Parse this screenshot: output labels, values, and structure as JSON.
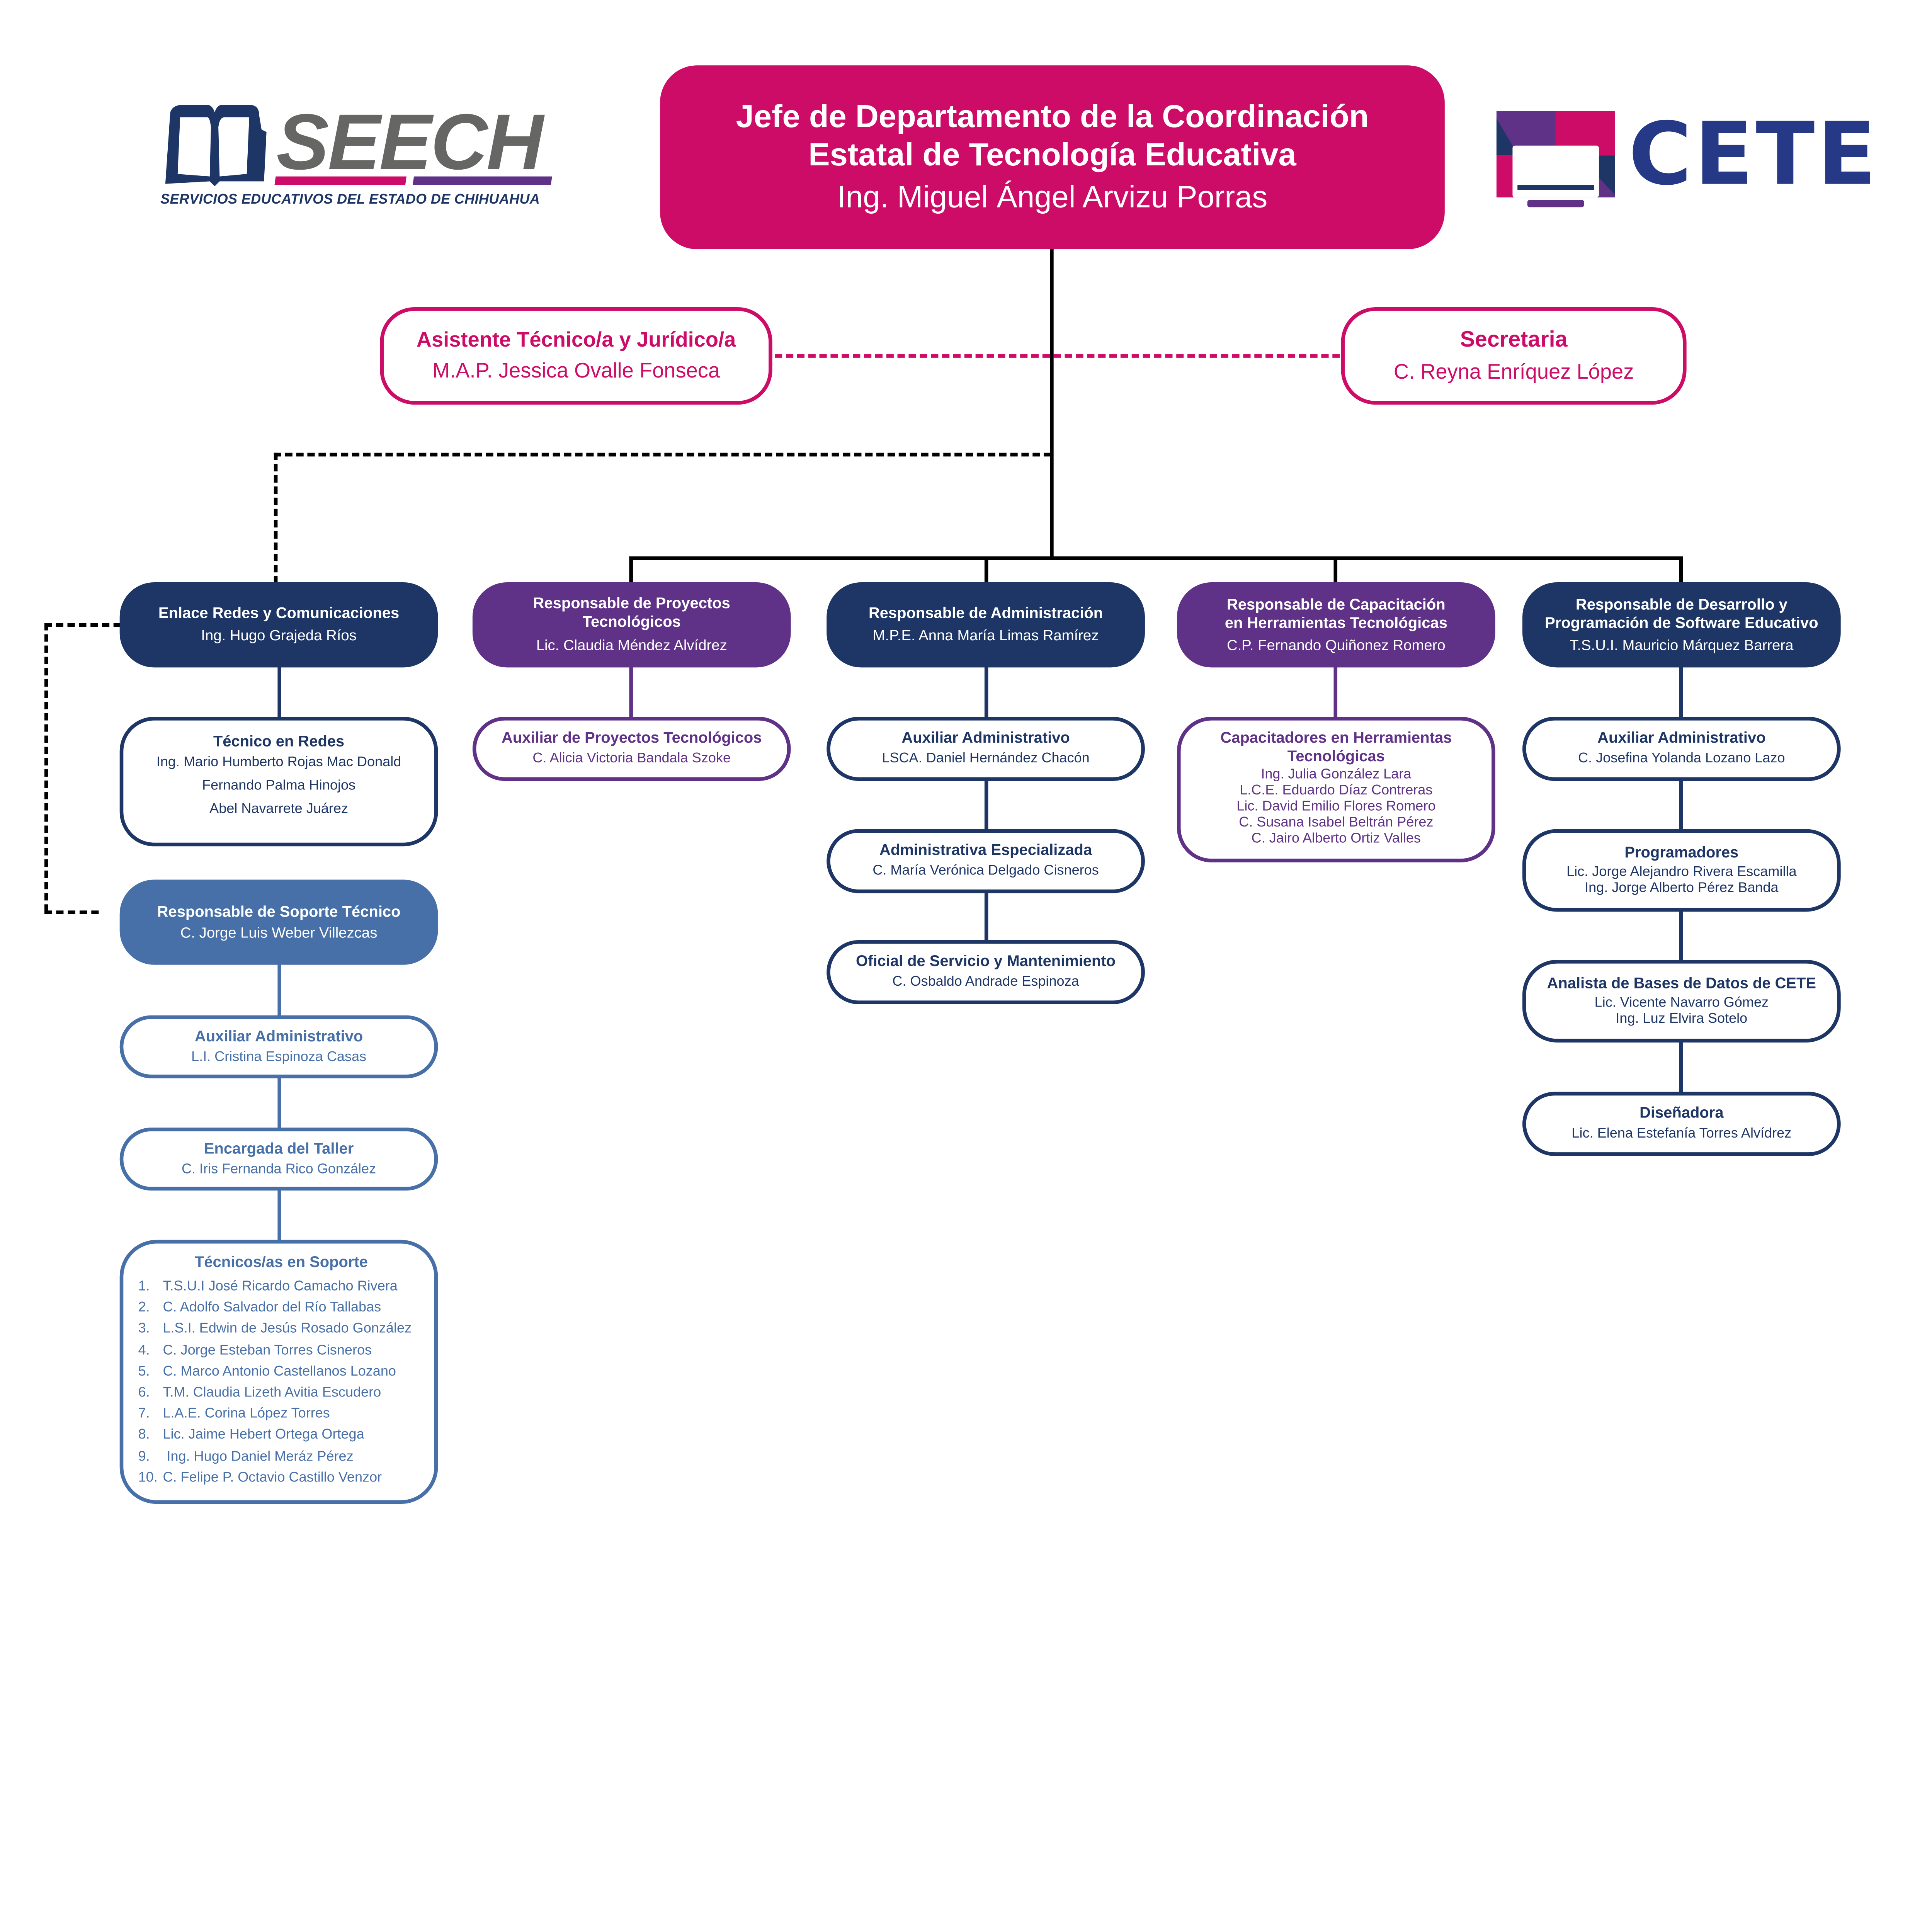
{
  "logos": {
    "seech": {
      "wordmark": "SEECH",
      "subtitle": "SERVICIOS EDUCATIVOS DEL ESTADO DE CHIHUAHUA",
      "icon": "open-book-icon",
      "colors": {
        "book": "#1e3666",
        "text": "#666665",
        "bar_left": "#cd0c68",
        "bar_right": "#5f3187"
      }
    },
    "cete": {
      "wordmark": "CETE",
      "icon": "monitor-icon",
      "colors": {
        "text": "#263987",
        "pink": "#cd0c68",
        "purple": "#5f3187",
        "navy": "#1e3666"
      }
    }
  },
  "colors": {
    "pink": "#cd0c68",
    "navy": "#1e3666",
    "purple": "#5f3187",
    "steel_blue": "#4770a8",
    "connector": "#000000"
  },
  "head": {
    "title_line1": "Jefe de Departamento de la Coordinación",
    "title_line2": "Estatal de Tecnología Educativa",
    "name": "Ing. Miguel Ángel Arvizu Porras"
  },
  "staff": {
    "assistant": {
      "title": "Asistente Técnico/a y Jurídico/a",
      "name": "M.A.P. Jessica Ovalle Fonseca"
    },
    "secretary": {
      "title": "Secretaria",
      "name": "C. Reyna Enríquez López"
    }
  },
  "areas": {
    "redes": {
      "title": "Enlace Redes y Comunicaciones",
      "name": "Ing. Hugo Grajeda Ríos",
      "children": [
        {
          "title": "Técnico en Redes",
          "names": [
            "Ing. Mario Humberto Rojas Mac Donald",
            "Fernando Palma Hinojos",
            "Abel Navarrete Juárez"
          ]
        }
      ]
    },
    "soporte": {
      "title": "Responsable de Soporte Técnico",
      "name": "C. Jorge Luis Weber Villezcas",
      "children": [
        {
          "title": "Auxiliar Administrativo",
          "name": "L.I. Cristina Espinoza Casas"
        },
        {
          "title": "Encargada del Taller",
          "name": "C. Iris Fernanda Rico González"
        },
        {
          "title": "Técnicos/as en Soporte",
          "list": [
            {
              "num": "1.",
              "name": "T.S.U.I José Ricardo Camacho Rivera"
            },
            {
              "num": "2.",
              "name": "C. Adolfo Salvador del Río Tallabas"
            },
            {
              "num": "3.",
              "name": "L.S.I. Edwin de Jesús Rosado González"
            },
            {
              "num": "4.",
              "name": "C. Jorge Esteban Torres Cisneros"
            },
            {
              "num": "5.",
              "name": "C. Marco Antonio Castellanos Lozano"
            },
            {
              "num": "6.",
              "name": "T.M. Claudia Lizeth Avitia Escudero"
            },
            {
              "num": "7.",
              "name": "L.A.E. Corina López Torres"
            },
            {
              "num": "8.",
              "name": "Lic. Jaime Hebert Ortega Ortega"
            },
            {
              "num": "9.",
              "name": " Ing. Hugo Daniel Meráz Pérez"
            },
            {
              "num": "10.",
              "name": "C. Felipe P. Octavio Castillo Venzor"
            }
          ]
        }
      ]
    },
    "proyectos": {
      "title": "Responsable de Proyectos Tecnológicos",
      "name": "Lic. Claudia Méndez Alvídrez",
      "children": [
        {
          "title": "Auxiliar de Proyectos Tecnológicos",
          "name": "C. Alicia Victoria Bandala Szoke"
        }
      ]
    },
    "administracion": {
      "title": "Responsable de Administración",
      "name": "M.P.E. Anna María Limas Ramírez",
      "children": [
        {
          "title": "Auxiliar Administrativo",
          "name": "LSCA. Daniel Hernández Chacón"
        },
        {
          "title": "Administrativa Especializada",
          "name": "C. María Verónica Delgado Cisneros"
        },
        {
          "title": "Oficial de Servicio y Mantenimiento",
          "name": "C. Osbaldo Andrade Espinoza"
        }
      ]
    },
    "capacitacion": {
      "title_line1": "Responsable de Capacitación",
      "title_line2": "en Herramientas Tecnológicas",
      "name": "C.P. Fernando Quiñonez Romero",
      "children": [
        {
          "title": "Capacitadores en Herramientas Tecnológicas",
          "names": [
            "Ing. Julia González Lara",
            "L.C.E. Eduardo Díaz Contreras",
            "Lic. David Emilio Flores Romero",
            "C. Susana Isabel Beltrán Pérez",
            "C. Jairo Alberto Ortiz Valles"
          ]
        }
      ]
    },
    "desarrollo": {
      "title_line1": "Responsable de Desarrollo y",
      "title_line2": "Programación de Software Educativo",
      "name": "T.S.U.I. Mauricio Márquez Barrera",
      "children": [
        {
          "title": "Auxiliar Administrativo",
          "names": [
            "C. Josefina Yolanda Lozano Lazo"
          ]
        },
        {
          "title": "Programadores",
          "names": [
            "Lic. Jorge Alejandro Rivera Escamilla",
            "Ing. Jorge Alberto Pérez Banda"
          ]
        },
        {
          "title": "Analista de Bases de Datos de CETE",
          "names": [
            "Lic. Vicente Navarro Gómez",
            "Ing. Luz Elvira Sotelo"
          ]
        },
        {
          "title": "Diseñadora",
          "names": [
            "Lic. Elena Estefanía Torres Alvídrez"
          ]
        }
      ]
    }
  }
}
